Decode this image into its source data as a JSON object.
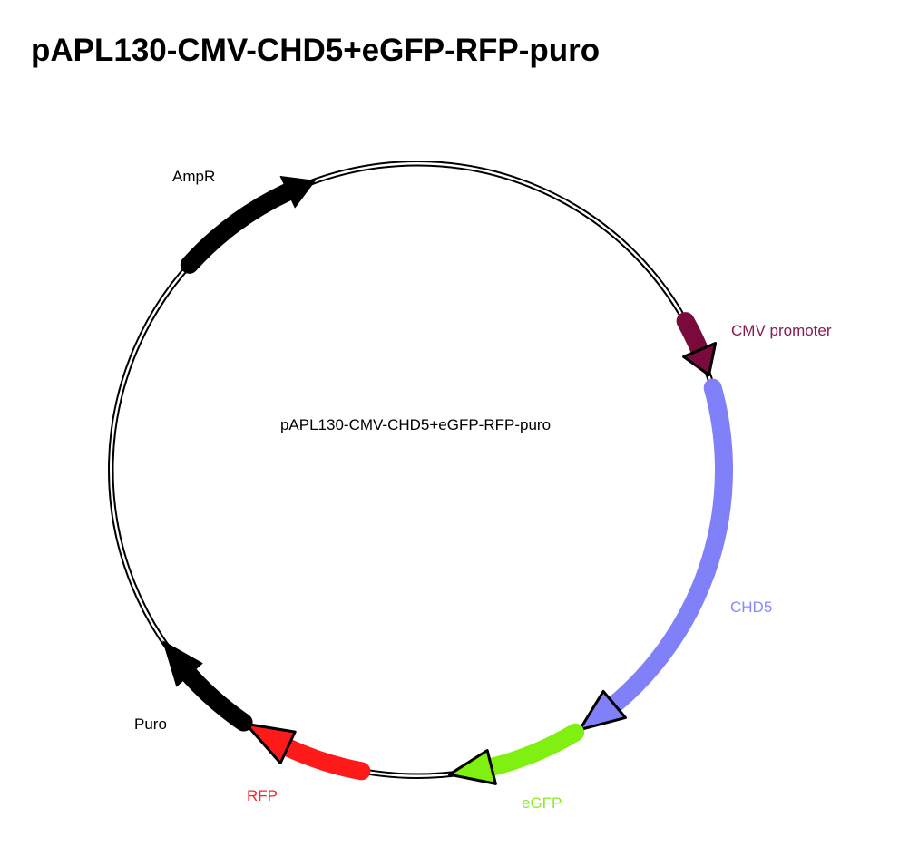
{
  "title": "pAPL130-CMV-CHD5+eGFP-RFP-puro",
  "map": {
    "center_label": "pAPL130-CMV-CHD5+eGFP-RFP-puro",
    "features": [
      {
        "id": "ampr",
        "label": "AmpR",
        "color": "#000000",
        "label_color": "#000000",
        "direction": "clockwise"
      },
      {
        "id": "cmv",
        "label": "CMV promoter",
        "color": "#7a0a3c",
        "label_color": "#8a1a4e",
        "direction": "clockwise"
      },
      {
        "id": "chd5",
        "label": "CHD5",
        "color": "#8080f8",
        "label_color": "#8888ff",
        "direction": "clockwise"
      },
      {
        "id": "egfp",
        "label": "eGFP",
        "color": "#80f010",
        "label_color": "#88ee22",
        "direction": "clockwise"
      },
      {
        "id": "rfp",
        "label": "RFP",
        "color": "#ff1a1a",
        "label_color": "#ff2020",
        "direction": "counterclockwise"
      },
      {
        "id": "puro",
        "label": "Puro",
        "color": "#000000",
        "label_color": "#000000",
        "direction": "counterclockwise"
      }
    ]
  }
}
